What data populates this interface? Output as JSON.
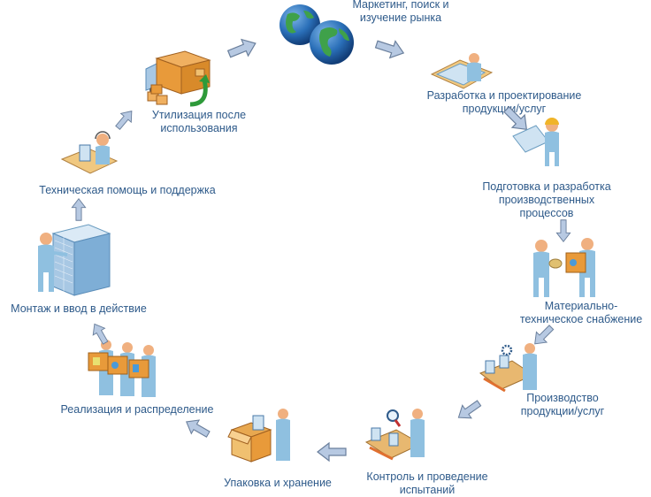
{
  "diagram": {
    "type": "process-cycle",
    "colors": {
      "label_text": "#2e5a8a",
      "arrow_fill": "#b7c9e2",
      "arrow_stroke": "#6a7f9c",
      "person_body": "#8fc0e0",
      "person_head": "#f0b080",
      "box": "#e89a3a",
      "table": "#f0c880"
    },
    "stages": [
      {
        "id": "marketing",
        "lines": [
          "Маркетинг, поиск и",
          "изучение рынка"
        ],
        "icon": "globe-icon"
      },
      {
        "id": "design",
        "lines": [
          "Разработка и проектирование",
          "продукции/услуг"
        ],
        "icon": "designer-icon"
      },
      {
        "id": "process-prep",
        "lines": [
          "Подготовка и разработка",
          "производственных",
          "процессов"
        ],
        "icon": "engineer-blueprint-icon"
      },
      {
        "id": "supply",
        "lines": [
          "Материально-",
          "техническое снабжение"
        ],
        "icon": "supply-handover-icon"
      },
      {
        "id": "production",
        "lines": [
          "Производство",
          "продукции/услуг"
        ],
        "icon": "conveyor-worker-icon"
      },
      {
        "id": "control",
        "lines": [
          "Контроль и проведение",
          "испытаний"
        ],
        "icon": "inspection-icon"
      },
      {
        "id": "packaging",
        "lines": [
          "Упаковка и хранение"
        ],
        "icon": "packing-box-icon"
      },
      {
        "id": "distribution",
        "lines": [
          "Реализация и распределение"
        ],
        "icon": "carriers-icon"
      },
      {
        "id": "installation",
        "lines": [
          "Монтаж и ввод в действие"
        ],
        "icon": "server-rack-icon"
      },
      {
        "id": "support",
        "lines": [
          "Техническая помощь и поддержка"
        ],
        "icon": "support-desk-icon"
      },
      {
        "id": "disposal",
        "lines": [
          "Утилизация после",
          "использования"
        ],
        "icon": "truck-recycle-icon"
      }
    ]
  }
}
